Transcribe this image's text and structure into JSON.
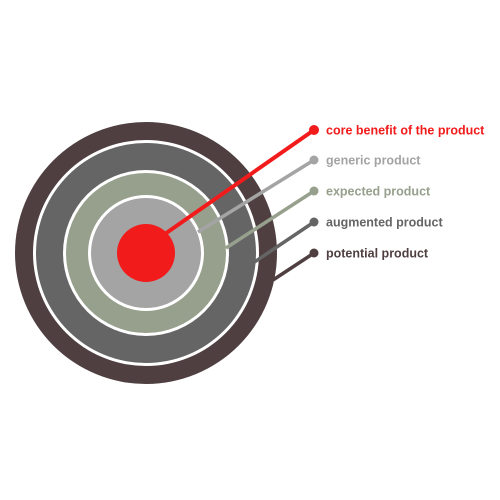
{
  "diagram": {
    "levels": [
      {
        "label": "core benefit of the product",
        "color": "#f21b1b"
      },
      {
        "label": "generic product",
        "color": "#a4a4a4"
      },
      {
        "label": "expected product",
        "color": "#97a08c"
      },
      {
        "label": "augmented product",
        "color": "#656565"
      },
      {
        "label": "potential product",
        "color": "#4f3f40"
      }
    ]
  }
}
